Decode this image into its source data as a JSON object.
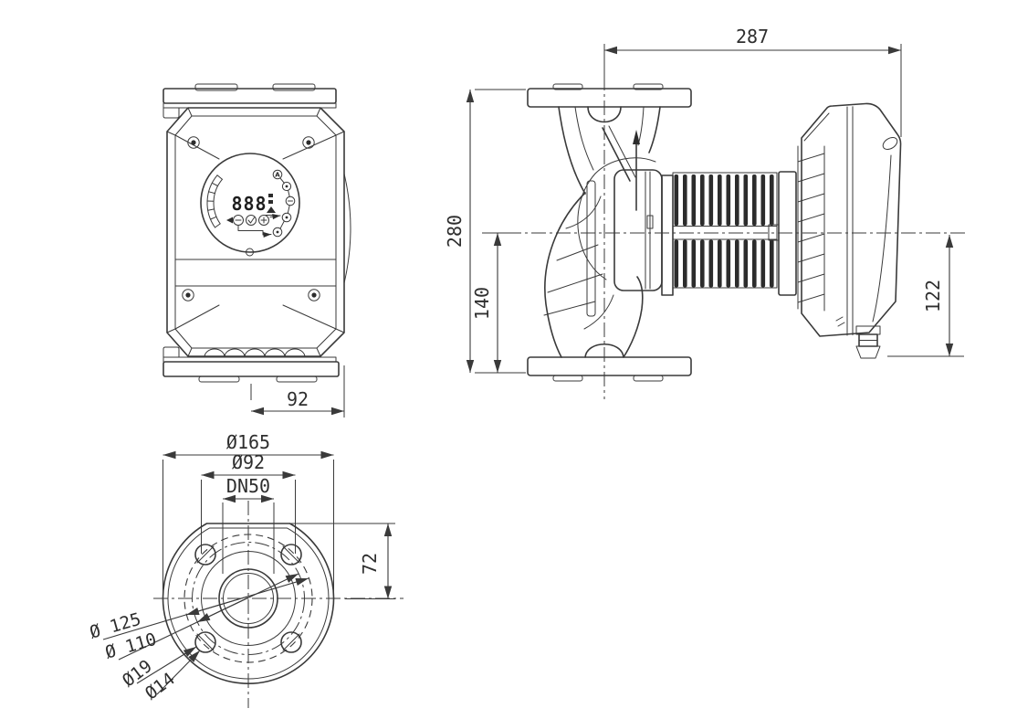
{
  "meta": {
    "description": "Technical dimensional drawing of a flanged inline circulator pump, three orthographic views"
  },
  "colors": {
    "background": "#ffffff",
    "line": "#3a3a3a",
    "text": "#2e2e2e"
  },
  "views": {
    "front": {
      "name": "front view",
      "display_digits": "888",
      "auto_mode_label": "A"
    },
    "side": {
      "name": "side view"
    },
    "flange": {
      "name": "flange view"
    }
  },
  "dimensions": {
    "overall_depth": "287",
    "port_to_port": "280",
    "center_to_port": "140",
    "center_to_module_bottom": "122",
    "center_to_housing_edge": "92",
    "flange_outer_dia": "Ø165",
    "raised_face_dia": "Ø92",
    "nominal_dia": "DN50",
    "flange_top_to_center": "72",
    "bolt_circle_pn16": "Ø 125",
    "bolt_circle_pn6": "Ø 110",
    "bolt_hole_pn16": "Ø19",
    "bolt_hole_pn6": "Ø14"
  }
}
